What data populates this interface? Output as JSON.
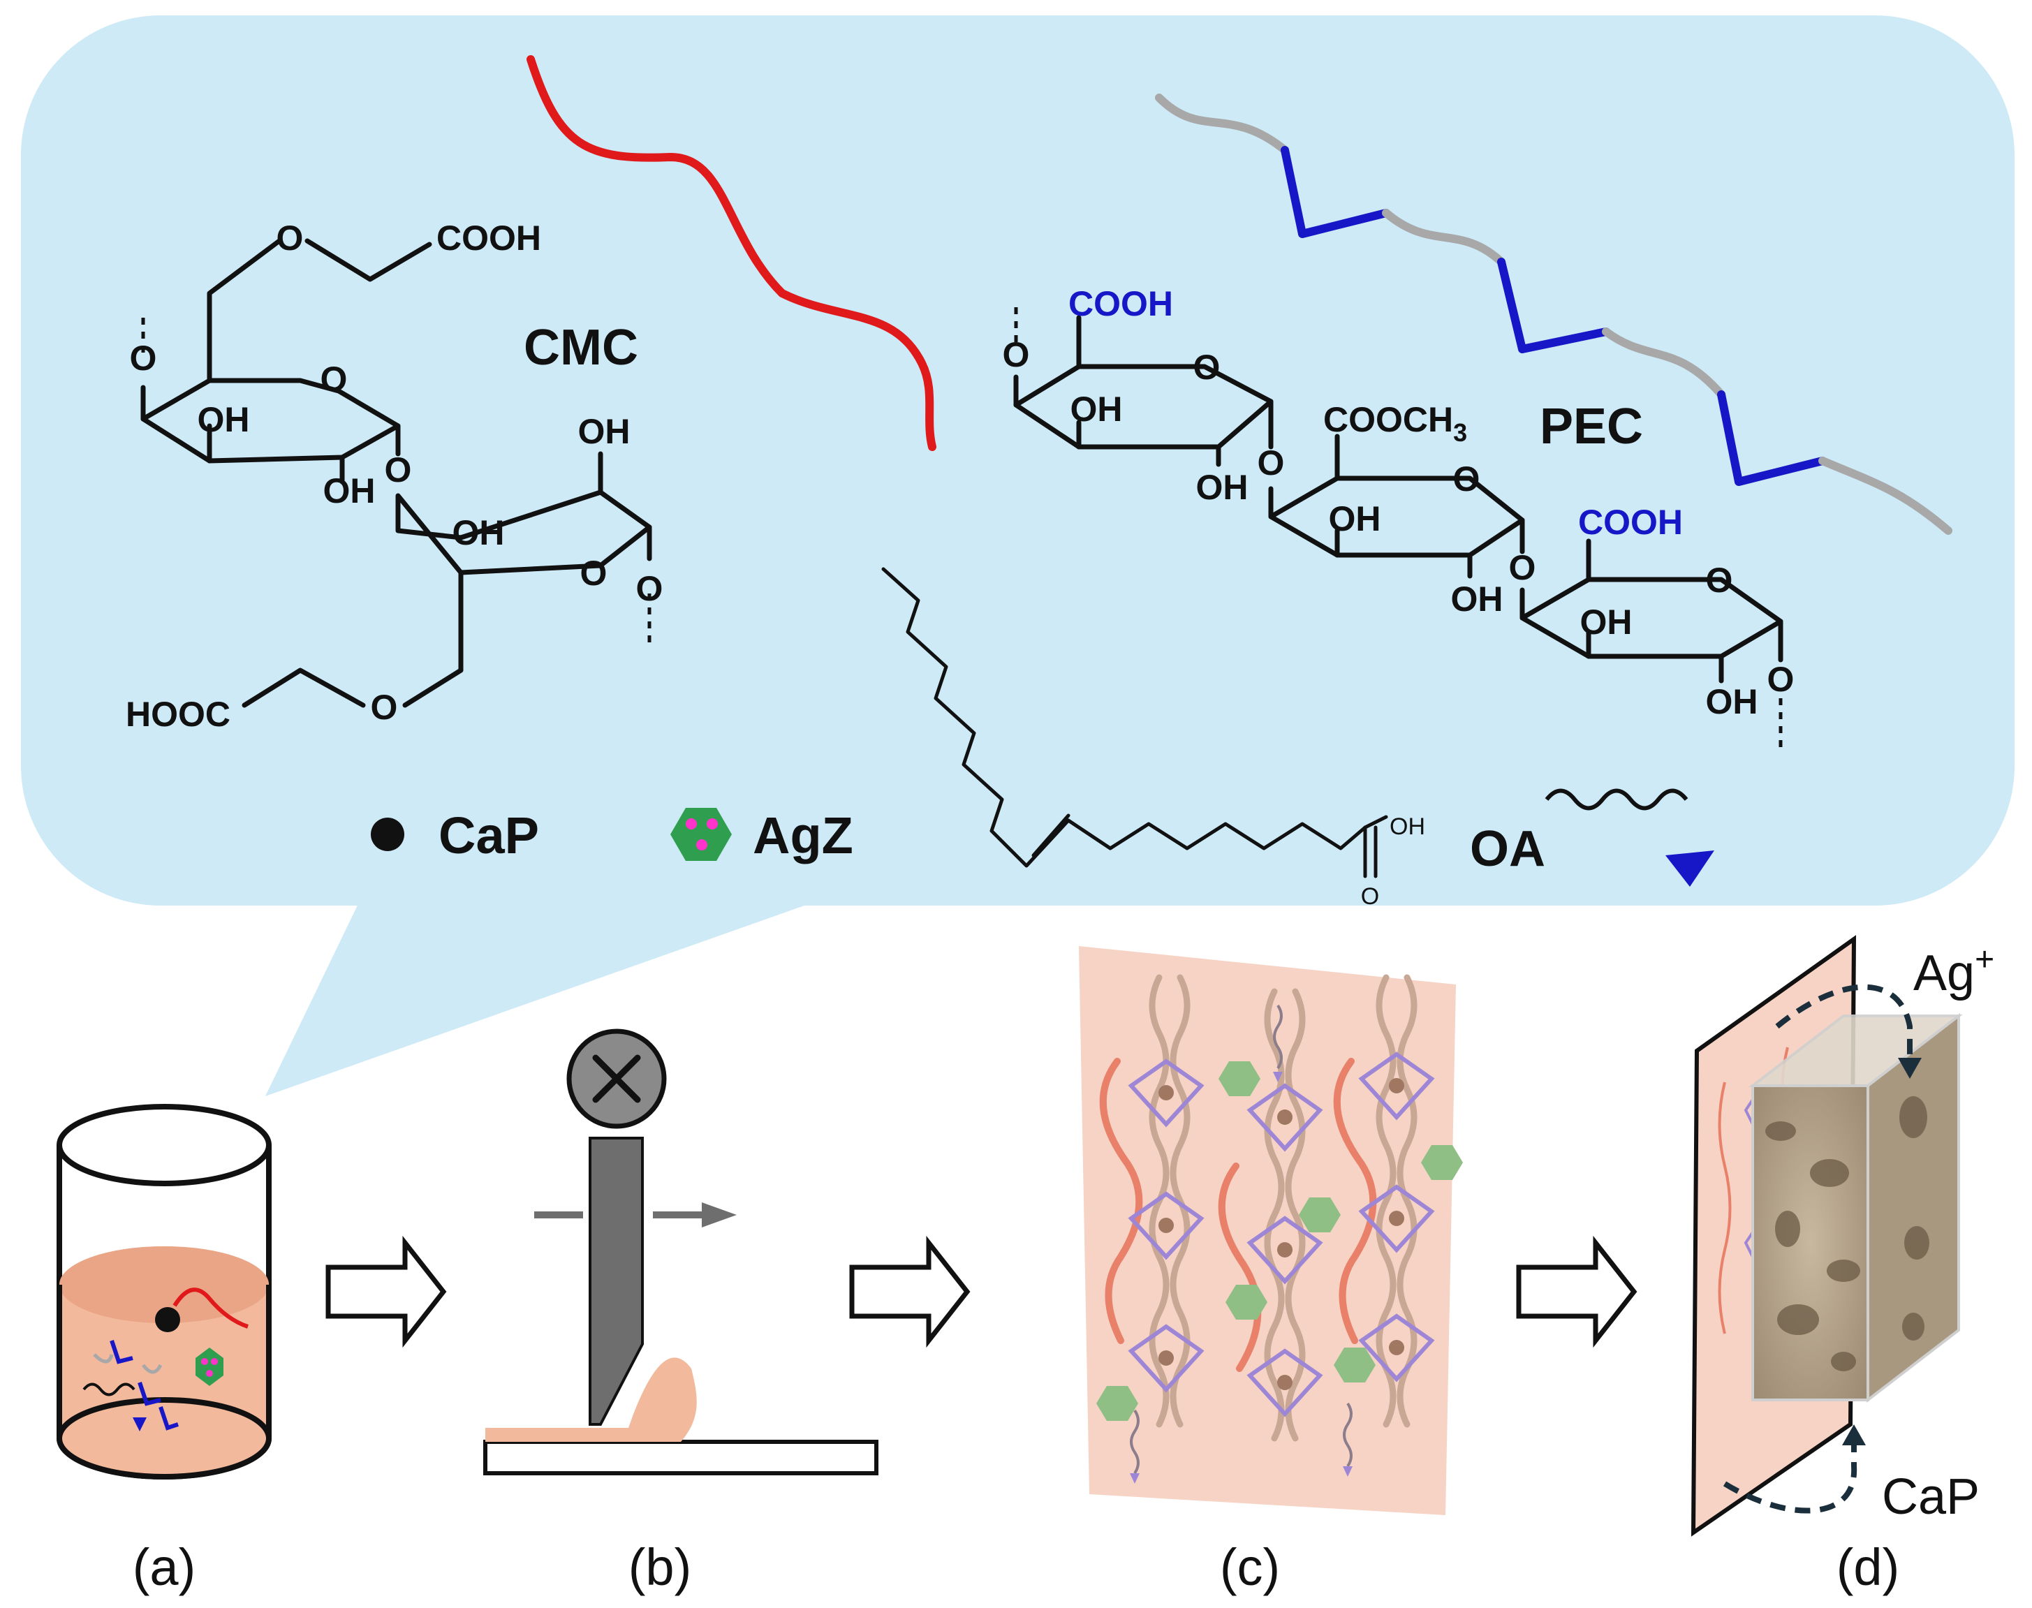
{
  "molecules": {
    "cmc": {
      "name": "CMC",
      "groups": {
        "cooh_top": "COOH",
        "hooc_bottom": "HOOC",
        "ring_o": "O",
        "oh": "OH"
      }
    },
    "pec": {
      "name": "PEC",
      "groups": {
        "cooh": "COOH",
        "cooch3_main": "COOCH",
        "cooch3_sub": "3",
        "ring_o": "O",
        "oh": "OH"
      },
      "colors": {
        "free_acid": "#1717c8",
        "chain": "#a8a8a8"
      }
    },
    "oa": {
      "name": "OA",
      "groups": {
        "oh": "OH",
        "o": "O"
      },
      "colors": {
        "head": "#1717c8"
      }
    }
  },
  "legend": {
    "cap": {
      "label": "CaP",
      "color": "#111111"
    },
    "agz": {
      "label": "AgZ",
      "hex_color": "#2f9e4f",
      "dot_color": "#ff33cc"
    }
  },
  "panels": {
    "a": "(a)",
    "b": "(b)",
    "c": "(c)",
    "d": "(d)"
  },
  "annotations": {
    "ag_ion_main": "Ag",
    "ag_ion_charge": "+",
    "cap_release": "CaP"
  },
  "colors": {
    "bubble": "#cdeaf6",
    "solution": "#f3b99c",
    "cmc_chain": "#e01a1a",
    "film": "#f6d3c4"
  }
}
